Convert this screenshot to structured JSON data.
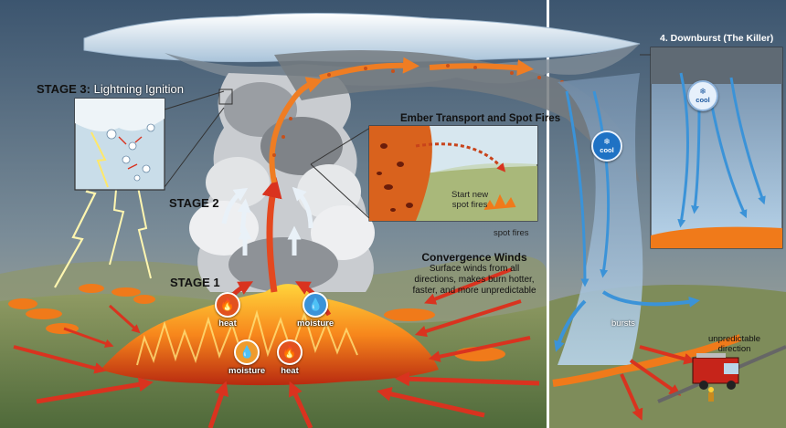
{
  "stages": {
    "stage1": "STAGE 1",
    "stage2": "STAGE 2",
    "stage3_prefix": "STAGE 3:",
    "stage3_title": "Lightning Ignition"
  },
  "ember": {
    "title": "Ember Transport and Spot Fires",
    "start_line1": "Start new",
    "start_line2": "spot fires",
    "spot_fires": "spot fires"
  },
  "convergence": {
    "title": "Convergence Winds",
    "line1": "Surface winds from all",
    "line2": "directions, makes burn hotter,",
    "line3": "faster, and more unpredictable"
  },
  "downburst": {
    "title": "4. Downburst (The Killer)",
    "cool_main": "cool",
    "cool_inset": "cool",
    "bursts": "bursts",
    "unpredictable_line1": "unpredictable",
    "unpredictable_line2": "direction"
  },
  "badges": {
    "heat_top": "heat",
    "moisture_top": "moisture",
    "moisture_bottom": "moisture",
    "heat_bottom": "heat"
  },
  "icons": {
    "heat": "flame-icon",
    "moisture": "water-drop-icon",
    "cool": "snowflake-icon"
  },
  "colors": {
    "sky": "#47627c",
    "fire": "#f07a1a",
    "arrow_red": "#d9331f",
    "arrow_orange": "#ef7d23",
    "downburst_blue": "#3b93d8",
    "cloud": "#d9dde0"
  }
}
